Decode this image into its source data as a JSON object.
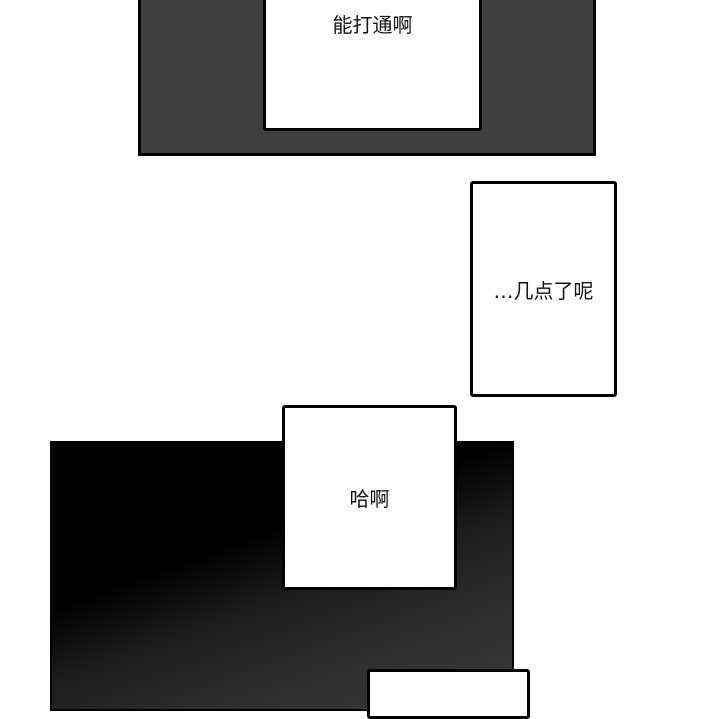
{
  "panels": {
    "top_bubble_text": "能打通啊",
    "right_bubble_text": "…几点了呢",
    "middle_bubble_text": "哈啊"
  },
  "colors": {
    "dark_panel": "#3f3f3f",
    "border": "#000000"
  }
}
